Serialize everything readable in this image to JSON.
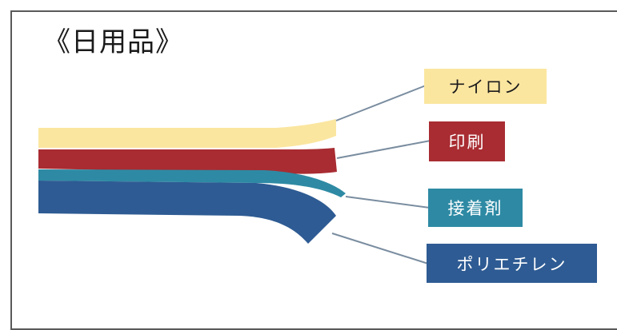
{
  "title": "《日用品》",
  "layers": [
    {
      "key": "nylon",
      "label": "ナイロン",
      "color": "#fbe6a0",
      "text_color": "#1a1a1a"
    },
    {
      "key": "print",
      "label": "印刷",
      "color": "#a82c32",
      "text_color": "#ffffff"
    },
    {
      "key": "adhesive",
      "label": "接着剤",
      "color": "#2e8aa4",
      "text_color": "#ffffff"
    },
    {
      "key": "polyethylene",
      "label": "ポリエチレン",
      "color": "#2e5b93",
      "text_color": "#ffffff"
    }
  ],
  "colors": {
    "frame": "#5a5a5a",
    "leader_line": "#7a8da0"
  }
}
